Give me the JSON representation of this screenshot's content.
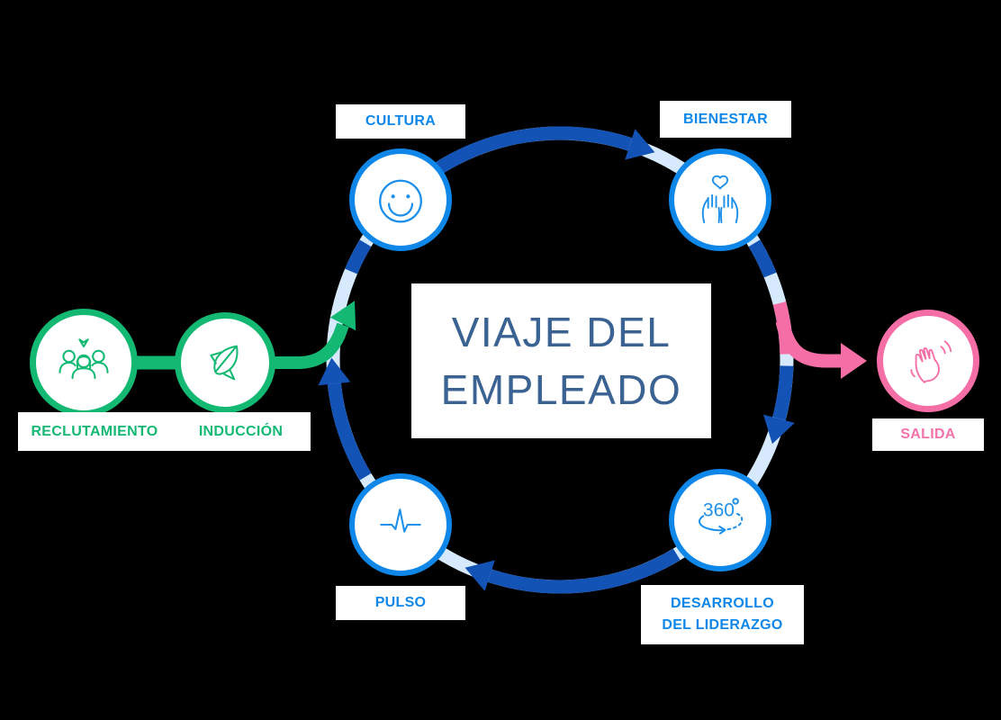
{
  "title": {
    "line1": "VIAJE DEL",
    "line2": "EMPLEADO"
  },
  "labels": {
    "reclutamiento": "RECLUTAMIENTO",
    "induccion": "INDUCCIÓN",
    "cultura": "CULTURA",
    "bienestar": "BIENESTAR",
    "salida": "SALIDA",
    "pulso": "PULSO",
    "desarrollo_line1": "DESARROLLO",
    "desarrollo_line2": "DEL LIDERAZGO",
    "icon_360_text": "360"
  },
  "icons": {
    "reclutamiento": "people-group-icon",
    "induccion": "rocket-icon",
    "cultura": "smiley-icon",
    "bienestar": "hands-heart-icon",
    "desarrollo": "360-degrees-icon",
    "pulso": "pulse-icon",
    "salida": "waving-hand-icon"
  },
  "colors": {
    "green": "#13b973",
    "blue": "#0e87e9",
    "icon_blue": "#1e90ea",
    "dark_blue": "#1253b5",
    "light_blue": "#d7eafd",
    "pink": "#f56ea6",
    "pink_text": "#f472aa",
    "title_blue": "#3a6292",
    "background": "#000000",
    "box_white": "#ffffff"
  }
}
